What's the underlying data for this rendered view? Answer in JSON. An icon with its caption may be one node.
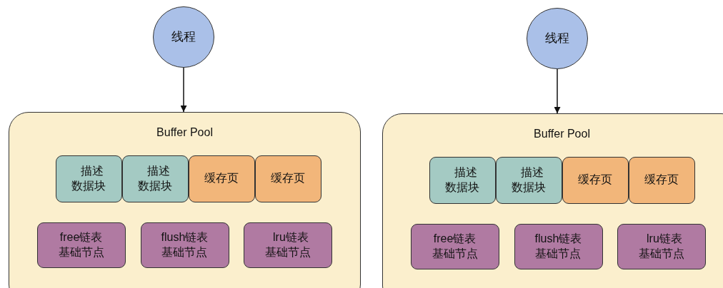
{
  "diagram": {
    "nodes": [
      {
        "text": [
          "线程"
        ]
      },
      {
        "text": [
          "Buffer Pool"
        ]
      },
      {
        "text": [
          "描述数据块"
        ],
        "in": 1
      },
      {
        "text": [
          "描述数据块"
        ],
        "in": 1
      },
      {
        "text": [
          "缓存页"
        ],
        "in": 1
      },
      {
        "text": [
          "缓存页"
        ],
        "in": 1
      },
      {
        "text": [
          "free链表基础节点"
        ],
        "in": 1
      },
      {
        "text": [
          "flush链表基础节点"
        ],
        "in": 1
      },
      {
        "text": [
          "lru链表基础节点"
        ],
        "in": 1
      },
      {
        "text": [
          "线程"
        ]
      },
      {
        "text": [
          "Buffer Pool"
        ]
      },
      {
        "text": [
          "描述数据块"
        ],
        "in": 10
      },
      {
        "text": [
          "描述数据块"
        ],
        "in": 10
      },
      {
        "text": [
          "缓存页"
        ],
        "in": 10
      },
      {
        "text": [
          "缓存页"
        ],
        "in": 10
      },
      {
        "text": [
          "free链表基础节点"
        ],
        "in": 10
      },
      {
        "text": [
          "flush链表基础节点"
        ],
        "in": 10
      },
      {
        "text": [
          "lru链表基础节点"
        ],
        "in": 10
      }
    ],
    "edges": [
      {
        "from": 0,
        "to": 1,
        "arrow": "to"
      },
      {
        "from": 9,
        "to": 10,
        "arrow": "to"
      }
    ]
  }
}
